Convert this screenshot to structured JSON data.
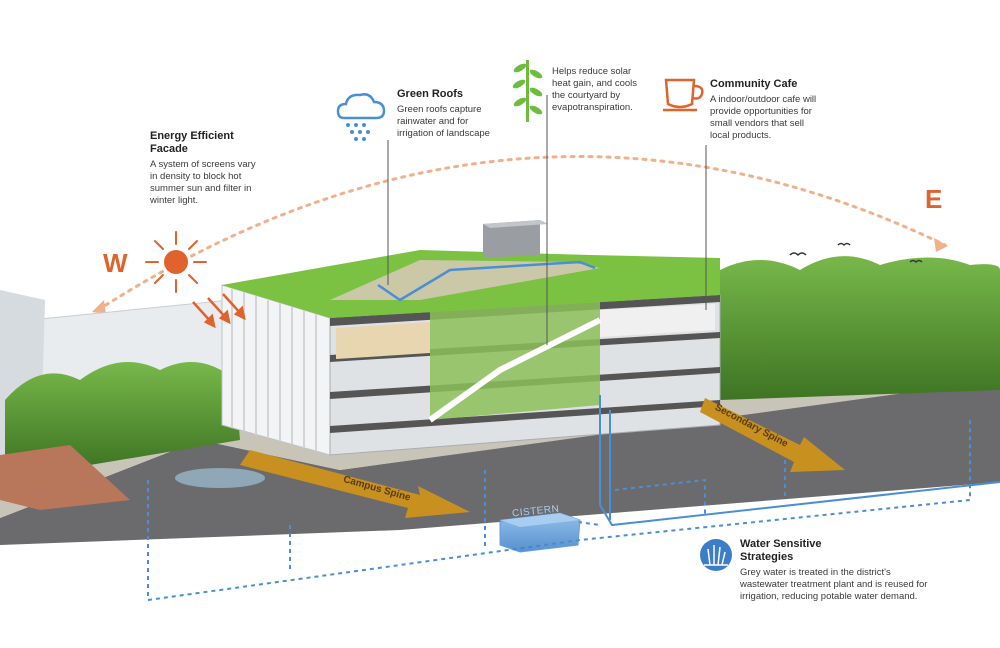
{
  "callouts": {
    "facade": {
      "title": "Energy Efficient Facade",
      "text": "A system of screens vary in density to block hot summer sun and filter in winter light."
    },
    "green_roofs": {
      "title": "Green Roofs",
      "text": "Green roofs capture rainwater and for irrigation of landscape"
    },
    "green_wall": {
      "title": "",
      "text": "Helps reduce solar heat gain, and cools the courtyard by evapotranspiration."
    },
    "cafe": {
      "title": "Community Cafe",
      "text": "A indoor/outdoor cafe will provide opportunities for small vendors that sell local products."
    },
    "water": {
      "title": "Water Sensitive Strategies",
      "text": "Grey water is treated in the district's wastewater treatment plant and is reused for irrigation, reducing potable water demand."
    }
  },
  "labels": {
    "west": "W",
    "east": "E",
    "campus_spine": "Campus Spine",
    "secondary_spine": "Secondary Spine",
    "cistern": "CISTERN"
  },
  "colors": {
    "sun": "#e0622c",
    "sun_path": "#f0b089",
    "water": "#4a8fd4",
    "spine": "#c8901e",
    "roof_green": "#7cc242",
    "tree_green": "#4f8a2a",
    "ground": "#6b6b6d",
    "leaf_icon": "#6dbb3f",
    "cafe_icon": "#e0622c",
    "cloud_icon": "#4a8fd4"
  },
  "icons": {
    "rain_cloud": "rain-cloud-icon",
    "leaf": "leaf-icon",
    "cup": "coffee-cup-icon",
    "water": "water-icon",
    "sun": "sun-icon"
  }
}
